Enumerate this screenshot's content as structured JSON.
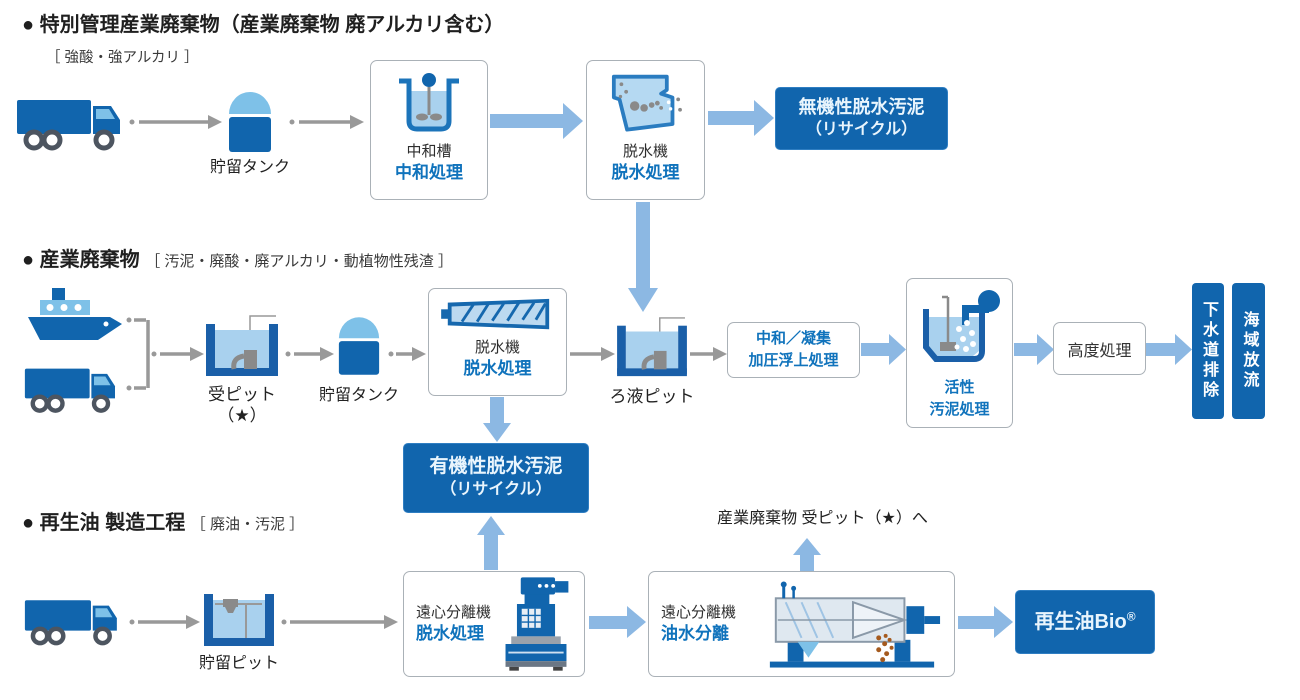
{
  "colors": {
    "primary_dark_blue": "#1165ad",
    "icon_outline_blue": "#1c74ba",
    "light_blue_fill": "#a9d1ee",
    "pale_blue": "#7ec1e8",
    "block_arrow_blue": "#8cb8e3",
    "arrow_gray": "#999999",
    "process_text_blue": "#1073bc",
    "equipment_gray": "#8a8a8a"
  },
  "section1": {
    "bullet": "●",
    "title": "特別管理産業廃棄物（産業廃棄物 廃アルカリ含む）",
    "subtitle": "［ 強酸・強アルカリ ］",
    "tank_label": "貯留タンク",
    "box_neutralize": {
      "name": "中和槽",
      "process": "中和処理"
    },
    "box_dewater": {
      "name": "脱水機",
      "process": "脱水処理"
    },
    "result": {
      "line1": "無機性脱水汚泥",
      "line2": "（リサイクル）"
    }
  },
  "section2": {
    "bullet": "●",
    "title": "産業廃棄物",
    "subtitle": "［ 汚泥・廃酸・廃アルカリ・動植物性残渣 ］",
    "pit_receive": {
      "line1": "受ピット",
      "line2": "（★）"
    },
    "tank_label": "貯留タンク",
    "box_dewater": {
      "name": "脱水機",
      "process": "脱水処理"
    },
    "pit_filtrate": "ろ液ピット",
    "box_coagulation": {
      "line1": "中和／凝集",
      "line2": "加圧浮上処理"
    },
    "box_activated": {
      "line1": "活性",
      "line2": "汚泥処理"
    },
    "box_advanced": "高度処理",
    "out_sewer": "下水道排除",
    "out_sea": "海域放流",
    "result": {
      "line1": "有機性脱水汚泥",
      "line2": "（リサイクル）"
    }
  },
  "section3": {
    "bullet": "●",
    "title": "再生油 製造工程",
    "subtitle": "［ 廃油・汚泥 ］",
    "pit_label": "貯留ピット",
    "box_centrifuge_dewater": {
      "name": "遠心分離機",
      "process": "脱水処理"
    },
    "box_centrifuge_oil": {
      "name": "遠心分離機",
      "process": "油水分離"
    },
    "return_note": "産業廃棄物 受ピット（★）へ",
    "result": {
      "label": "再生油Bio",
      "reg": "®"
    }
  }
}
